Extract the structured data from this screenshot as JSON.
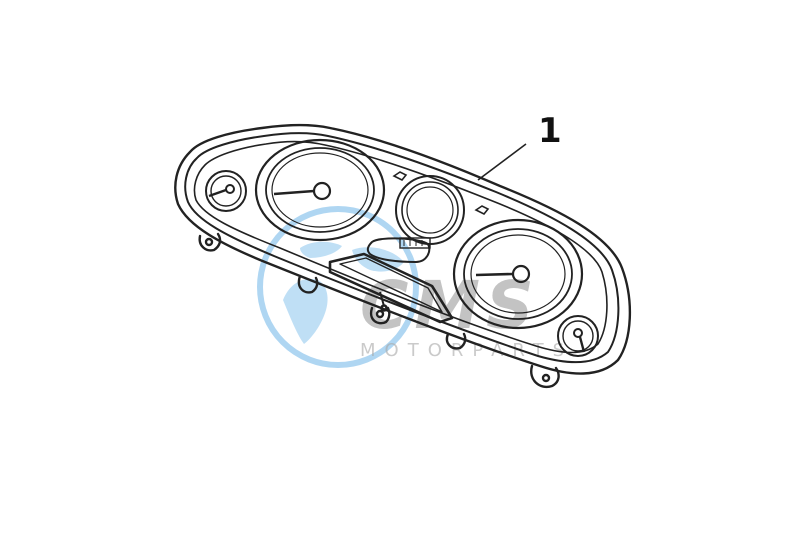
{
  "diagram": {
    "callouts": [
      {
        "label": "1"
      }
    ]
  },
  "watermark": {
    "brand_text": "CMS",
    "sub_text": "MOTORPARTS",
    "globe_color": "#6fb6e8",
    "text_color": "#9c9c9c"
  }
}
